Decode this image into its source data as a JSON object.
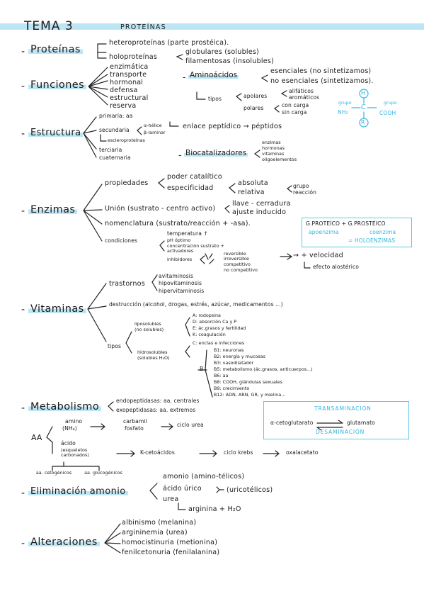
{
  "title": {
    "tema": "TEMA 3",
    "topic": "PROTEÍNAS"
  },
  "colors": {
    "accent": "#33b6df",
    "highlight": "#bde6f5",
    "ink": "#1b1b1b"
  },
  "proteinas": {
    "label": "Proteínas",
    "items": [
      "heteroproteínas (parte prostéica).",
      "holoproteínas",
      "globulares (solubles)",
      "filamentosas (insolubles)"
    ]
  },
  "funciones": {
    "label": "Funciones",
    "items": [
      "enzimática",
      "transporte",
      "hormonal",
      "defensa",
      "estructural",
      "reserva"
    ]
  },
  "aminoacidos": {
    "label": "Aminoácidos",
    "types": [
      "esenciales (no sintetizamos)",
      "no esenciales (sintetizamos)."
    ],
    "tipos_label": "tipos",
    "apolares": "apolares",
    "apolares_items": [
      "alifáticos",
      "aromáticos"
    ],
    "polares": "polares",
    "polares_items": [
      "con carga",
      "sin carga"
    ],
    "enlace": "enlace peptídico → péptidos"
  },
  "estructura_aa": {
    "H": "H",
    "R": "R",
    "C": "C",
    "nh2": "NH₂",
    "cooh": "COOH",
    "grupo_left": "grupo",
    "grupo_right": "grupo"
  },
  "estructura": {
    "label": "Estructura",
    "primaria": "primaria: aa",
    "secundaria": "secundaria",
    "sec_items": [
      "α-hélice",
      "β-laminar"
    ],
    "escleroproteinas": "escleroproteínas",
    "terciaria": "terciaria",
    "cuaternaria": "cuaternaria"
  },
  "biocatalizadores": {
    "label": "Biocatalizadores",
    "items": [
      "enzimas",
      "hormonas",
      "vitaminas",
      "oligoelementos"
    ]
  },
  "enzimas": {
    "label": "Enzimas",
    "propiedades": "propiedades",
    "poder": "poder catalítico",
    "especificidad": "especificidad",
    "absoluta": "absoluta",
    "relativa": "relativa",
    "grupo": "grupo",
    "reaccion": "reacción",
    "union": "Unión (sustrato - centro activo)",
    "union_items": [
      "llave - cerradura",
      "ajuste inducido"
    ],
    "nomenclatura": "nomenclatura (sustrato/reacción + -asa).",
    "condiciones": "condiciones",
    "cond_items": [
      "temperatura ↑",
      "pH óptimo",
      "concentración sustrato +",
      "activadores"
    ],
    "inhibidores": "inhibidores",
    "inh_items": [
      "reversible",
      "irreversible",
      "competitivo",
      "no competitivo"
    ],
    "velocidad": "→ + velocidad",
    "alosterico": "efecto alostérico"
  },
  "box_enzimas": {
    "line1": "G.PROTEÍCO + G.PROSTÉICO",
    "left": "apoenzima",
    "right": "coenzima",
    "result": "= HOLOENZIMAS"
  },
  "vitaminas": {
    "label": "Vitaminas",
    "trastornos": "trastornos",
    "trast_items": [
      "avitaminosis",
      "hipovitaminosis",
      "hipervitaminosis"
    ],
    "destruccion": "destrucción (alcohol, drogas, estrés, azúcar, medicamentos ...)",
    "tipos": "tipos",
    "liposolubles": "liposolubles",
    "lipo_sub": "(no solubles)",
    "lipo_items": [
      "A: rodopsina",
      "D: absorción Ca y P",
      "E: ác.grasos y fertilidad",
      "K: coagulación"
    ],
    "hidrosolubles": "hidrosolubles",
    "hidro_sub": "(solubles H₂O)",
    "c": "C: encías e infecciones",
    "b_letter": "B",
    "b_items": [
      "B1: neuronas",
      "B2: energía y mucosas",
      "B3: vasodilatador",
      "B5: metabolismo (ác.grasos, anticuerpos...)",
      "B6: aa",
      "B8: COOH, glándulas sexuales",
      "B9: crecimiento",
      "B12: ADN, ARN, GR, y mielina..."
    ]
  },
  "metabolismo": {
    "label": "Metabolismo",
    "items": [
      "endopeptidasas: aa. centrales",
      "exopeptidasas: aa. extremos"
    ],
    "aa": "AA",
    "amino": "amino",
    "nh4": "(NH₄)",
    "carbamil": "carbamil",
    "fosfato": "fosfato",
    "ciclo_urea": "ciclo urea",
    "acido": "ácido",
    "esqueletos": "(esqueletos carbonados)",
    "cetoacidos": "K-cetoácidos",
    "ciclo_krebs": "ciclo krebs",
    "oxalacetato": "oxalacetato",
    "cetogenicos": "aa. cetogénicos",
    "glucogenicos": "aa. glucogénicos"
  },
  "box_metabolismo": {
    "transaminacion": "TRANSAMINACIÓN",
    "left": "α-cetoglutarato",
    "right": "glutamato",
    "desaminacion": "DESAMINACIÓN"
  },
  "eliminacion": {
    "label": "Eliminación amonio",
    "items": [
      "amonio (amino-télicos)",
      "ácido úrico",
      "urea"
    ],
    "uricotelicos": "(uricotélicos)",
    "arginina": "arginina + H₂O"
  },
  "alteraciones": {
    "label": "Alteraciones",
    "items": [
      "albinismo (melanina)",
      "argininemia (urea)",
      "homocistinuria (metionina)",
      "fenilcetonuria (fenilalanina)"
    ]
  }
}
